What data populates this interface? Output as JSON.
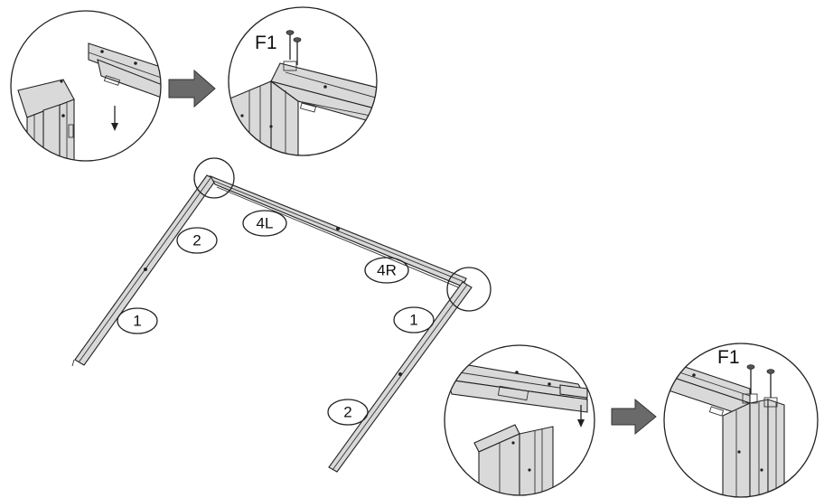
{
  "part_labels": {
    "p1_left": "1",
    "p2_left": "2",
    "p4L": "4L",
    "p4R": "4R",
    "p1_right": "1",
    "p2_right": "2"
  },
  "fastener_labels": {
    "top_detail": "F1",
    "bottom_detail": "F1"
  }
}
